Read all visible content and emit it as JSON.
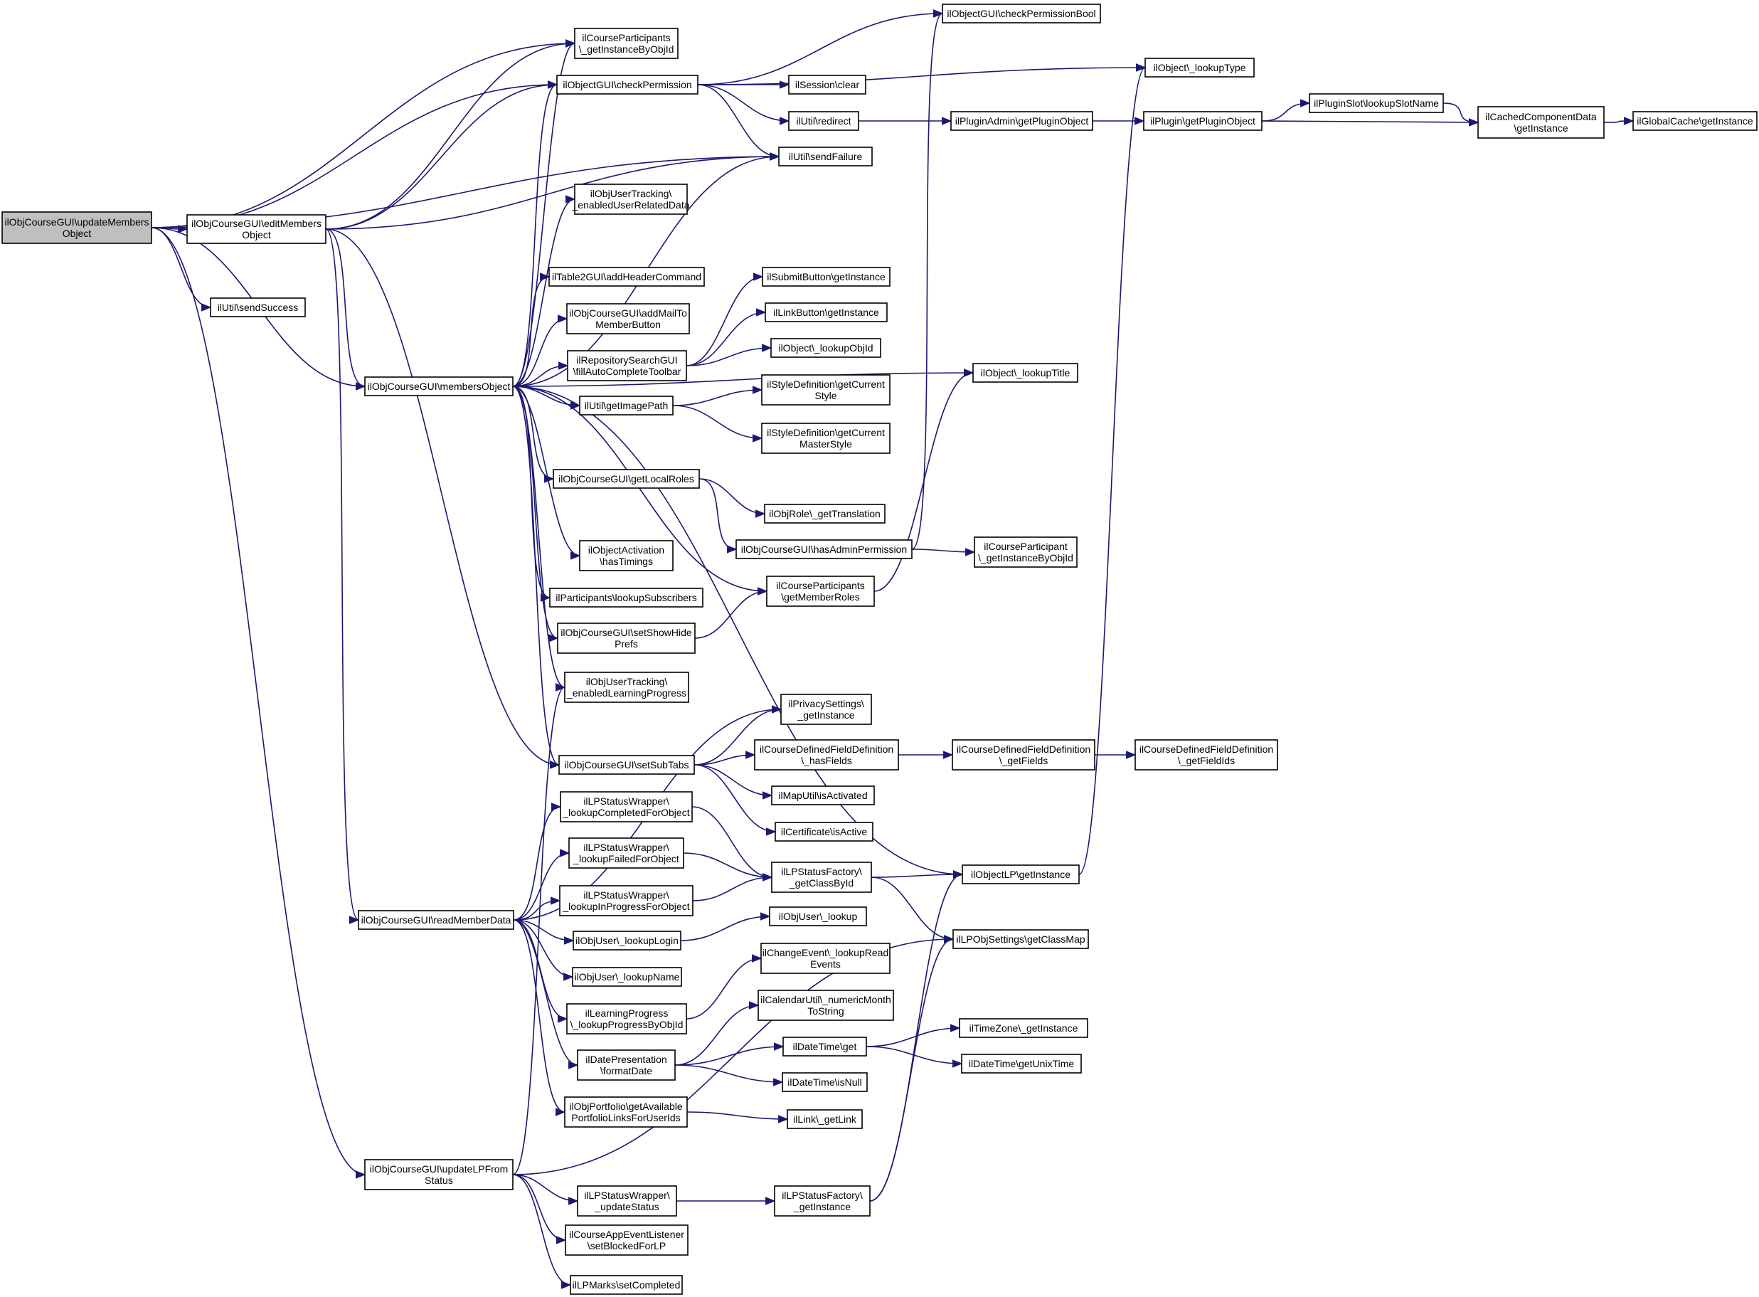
{
  "colors": {
    "edge": "#191970",
    "node_fill": "#ffffff",
    "root_fill": "#bfbfbf",
    "border": "#000000"
  },
  "nodes": [
    {
      "id": "updateMembers",
      "label": "ilObjCourseGUI\\updateMembers\nObject",
      "root": true
    },
    {
      "id": "editMembers",
      "label": "ilObjCourseGUI\\editMembers\nObject"
    },
    {
      "id": "sendSuccess",
      "label": "ilUtil\\sendSuccess"
    },
    {
      "id": "cpInstance",
      "label": "ilCourseParticipants\n\\_getInstanceByObjId"
    },
    {
      "id": "checkPerm",
      "label": "ilObjectGUI\\checkPermission"
    },
    {
      "id": "checkPermBool",
      "label": "ilObjectGUI\\checkPermissionBool"
    },
    {
      "id": "lookupType",
      "label": "ilObject\\_lookupType"
    },
    {
      "id": "sessClear",
      "label": "ilSession\\clear"
    },
    {
      "id": "redirect",
      "label": "ilUtil\\redirect"
    },
    {
      "id": "sendFailure",
      "label": "ilUtil\\sendFailure"
    },
    {
      "id": "pluginAdmin",
      "label": "ilPluginAdmin\\getPluginObject"
    },
    {
      "id": "plugin",
      "label": "ilPlugin\\getPluginObject"
    },
    {
      "id": "pluginSlot",
      "label": "ilPluginSlot\\lookupSlotName"
    },
    {
      "id": "cachedComp",
      "label": "ilCachedComponentData\n\\getInstance"
    },
    {
      "id": "globalCache",
      "label": "ilGlobalCache\\getInstance"
    },
    {
      "id": "membersObj",
      "label": "ilObjCourseGUI\\membersObject"
    },
    {
      "id": "utUserRelated",
      "label": "ilObjUserTracking\\\n_enabledUserRelatedData"
    },
    {
      "id": "addHeader",
      "label": "ilTable2GUI\\addHeaderCommand"
    },
    {
      "id": "addMail",
      "label": "ilObjCourseGUI\\addMailTo\nMemberButton"
    },
    {
      "id": "repoSearch",
      "label": "ilRepositorySearchGUI\n\\fillAutoCompleteToolbar"
    },
    {
      "id": "submitBtn",
      "label": "ilSubmitButton\\getInstance"
    },
    {
      "id": "linkBtn",
      "label": "ilLinkButton\\getInstance"
    },
    {
      "id": "lookupObjId",
      "label": "ilObject\\_lookupObjId"
    },
    {
      "id": "lookupTitle",
      "label": "ilObject\\_lookupTitle"
    },
    {
      "id": "imagePath",
      "label": "ilUtil\\getImagePath"
    },
    {
      "id": "styleCur",
      "label": "ilStyleDefinition\\getCurrent\nStyle"
    },
    {
      "id": "styleMaster",
      "label": "ilStyleDefinition\\getCurrent\nMasterStyle"
    },
    {
      "id": "localRoles",
      "label": "ilObjCourseGUI\\getLocalRoles"
    },
    {
      "id": "roleTrans",
      "label": "ilObjRole\\_getTranslation"
    },
    {
      "id": "hasAdmin",
      "label": "ilObjCourseGUI\\hasAdminPermission"
    },
    {
      "id": "cpartInstance",
      "label": "ilCourseParticipant\n\\_getInstanceByObjId"
    },
    {
      "id": "activation",
      "label": "ilObjectActivation\n\\hasTimings"
    },
    {
      "id": "memberRoles",
      "label": "ilCourseParticipants\n\\getMemberRoles"
    },
    {
      "id": "lookupSubs",
      "label": "ilParticipants\\lookupSubscribers"
    },
    {
      "id": "showHide",
      "label": "ilObjCourseGUI\\setShowHide\nPrefs"
    },
    {
      "id": "utLP",
      "label": "ilObjUserTracking\\\n_enabledLearningProgress"
    },
    {
      "id": "privacy",
      "label": "ilPrivacySettings\\\n_getInstance"
    },
    {
      "id": "subTabs",
      "label": "ilObjCourseGUI\\setSubTabs"
    },
    {
      "id": "hasFields",
      "label": "ilCourseDefinedFieldDefinition\n\\_hasFields"
    },
    {
      "id": "getFields",
      "label": "ilCourseDefinedFieldDefinition\n\\_getFields"
    },
    {
      "id": "getFieldIds",
      "label": "ilCourseDefinedFieldDefinition\n\\_getFieldIds"
    },
    {
      "id": "mapUtil",
      "label": "ilMapUtil\\isActivated"
    },
    {
      "id": "cert",
      "label": "ilCertificate\\isActive"
    },
    {
      "id": "lpCompleted",
      "label": "ilLPStatusWrapper\\\n_lookupCompletedForObject"
    },
    {
      "id": "lpFailed",
      "label": "ilLPStatusWrapper\\\n_lookupFailedForObject"
    },
    {
      "id": "lpInProgress",
      "label": "ilLPStatusWrapper\\\n_lookupInProgressForObject"
    },
    {
      "id": "lpClassById",
      "label": "ilLPStatusFactory\\\n_getClassById"
    },
    {
      "id": "objectLP",
      "label": "ilObjectLP\\getInstance"
    },
    {
      "id": "lpClassMap",
      "label": "ilLPObjSettings\\getClassMap"
    },
    {
      "id": "readMember",
      "label": "ilObjCourseGUI\\readMemberData"
    },
    {
      "id": "lookupLogin",
      "label": "ilObjUser\\_lookupLogin"
    },
    {
      "id": "userLookup",
      "label": "ilObjUser\\_lookup"
    },
    {
      "id": "lookupName",
      "label": "ilObjUser\\_lookupName"
    },
    {
      "id": "changeEvent",
      "label": "ilChangeEvent\\_lookupRead\nEvents"
    },
    {
      "id": "learnProg",
      "label": "ilLearningProgress\n\\_lookupProgressByObjId"
    },
    {
      "id": "calUtil",
      "label": "ilCalendarUtil\\_numericMonth\nToString"
    },
    {
      "id": "dtGet",
      "label": "ilDateTime\\get"
    },
    {
      "id": "tzInstance",
      "label": "ilTimeZone\\_getInstance"
    },
    {
      "id": "unixTime",
      "label": "ilDateTime\\getUnixTime"
    },
    {
      "id": "datePres",
      "label": "ilDatePresentation\n\\formatDate"
    },
    {
      "id": "dtNull",
      "label": "ilDateTime\\isNull"
    },
    {
      "id": "portfolio",
      "label": "ilObjPortfolio\\getAvailable\nPortfolioLinksForUserIds"
    },
    {
      "id": "getLink",
      "label": "ilLink\\_getLink"
    },
    {
      "id": "updateLP",
      "label": "ilObjCourseGUI\\updateLPFrom\nStatus"
    },
    {
      "id": "lpUpdateStatus",
      "label": "ilLPStatusWrapper\\\n_updateStatus"
    },
    {
      "id": "lpFactoryInst",
      "label": "ilLPStatusFactory\\\n_getInstance"
    },
    {
      "id": "appEvent",
      "label": "ilCourseAppEventListener\n\\setBlockedForLP"
    },
    {
      "id": "lpMarks",
      "label": "ilLPMarks\\setCompleted"
    }
  ],
  "edges": [
    [
      "updateMembers",
      "cpInstance"
    ],
    [
      "updateMembers",
      "checkPerm"
    ],
    [
      "updateMembers",
      "sendFailure"
    ],
    [
      "updateMembers",
      "editMembers"
    ],
    [
      "updateMembers",
      "sendSuccess"
    ],
    [
      "updateMembers",
      "membersObj"
    ],
    [
      "updateMembers",
      "updateLP"
    ],
    [
      "editMembers",
      "cpInstance"
    ],
    [
      "editMembers",
      "checkPerm"
    ],
    [
      "editMembers",
      "sendFailure"
    ],
    [
      "editMembers",
      "membersObj"
    ],
    [
      "editMembers",
      "subTabs"
    ],
    [
      "editMembers",
      "readMember"
    ],
    [
      "checkPerm",
      "checkPermBool"
    ],
    [
      "checkPerm",
      "lookupType"
    ],
    [
      "checkPerm",
      "sessClear"
    ],
    [
      "checkPerm",
      "redirect"
    ],
    [
      "checkPerm",
      "sendFailure"
    ],
    [
      "redirect",
      "pluginAdmin"
    ],
    [
      "pluginAdmin",
      "plugin"
    ],
    [
      "plugin",
      "pluginSlot"
    ],
    [
      "plugin",
      "cachedComp"
    ],
    [
      "pluginSlot",
      "cachedComp"
    ],
    [
      "cachedComp",
      "globalCache"
    ],
    [
      "membersObj",
      "cpInstance"
    ],
    [
      "membersObj",
      "checkPerm"
    ],
    [
      "membersObj",
      "sendFailure"
    ],
    [
      "membersObj",
      "utUserRelated"
    ],
    [
      "membersObj",
      "addHeader"
    ],
    [
      "membersObj",
      "addMail"
    ],
    [
      "membersObj",
      "repoSearch"
    ],
    [
      "membersObj",
      "lookupTitle"
    ],
    [
      "membersObj",
      "imagePath"
    ],
    [
      "membersObj",
      "objectLP"
    ],
    [
      "membersObj",
      "localRoles"
    ],
    [
      "membersObj",
      "activation"
    ],
    [
      "membersObj",
      "lookupSubs"
    ],
    [
      "membersObj",
      "memberRoles"
    ],
    [
      "membersObj",
      "showHide"
    ],
    [
      "membersObj",
      "utLP"
    ],
    [
      "membersObj",
      "subTabs"
    ],
    [
      "repoSearch",
      "submitBtn"
    ],
    [
      "repoSearch",
      "linkBtn"
    ],
    [
      "repoSearch",
      "lookupObjId"
    ],
    [
      "imagePath",
      "styleCur"
    ],
    [
      "imagePath",
      "styleMaster"
    ],
    [
      "localRoles",
      "roleTrans"
    ],
    [
      "localRoles",
      "hasAdmin"
    ],
    [
      "hasAdmin",
      "checkPermBool"
    ],
    [
      "hasAdmin",
      "cpartInstance"
    ],
    [
      "memberRoles",
      "lookupTitle"
    ],
    [
      "showHide",
      "memberRoles"
    ],
    [
      "subTabs",
      "privacy"
    ],
    [
      "subTabs",
      "hasFields"
    ],
    [
      "subTabs",
      "mapUtil"
    ],
    [
      "subTabs",
      "cert"
    ],
    [
      "hasFields",
      "getFields"
    ],
    [
      "getFields",
      "getFieldIds"
    ],
    [
      "readMember",
      "privacy"
    ],
    [
      "readMember",
      "lpCompleted"
    ],
    [
      "readMember",
      "lpFailed"
    ],
    [
      "readMember",
      "lpInProgress"
    ],
    [
      "readMember",
      "lookupLogin"
    ],
    [
      "readMember",
      "lookupName"
    ],
    [
      "readMember",
      "learnProg"
    ],
    [
      "readMember",
      "datePres"
    ],
    [
      "readMember",
      "portfolio"
    ],
    [
      "lpCompleted",
      "lpClassById"
    ],
    [
      "lpFailed",
      "lpClassById"
    ],
    [
      "lpInProgress",
      "lpClassById"
    ],
    [
      "lpClassById",
      "objectLP"
    ],
    [
      "lpClassById",
      "lpClassMap"
    ],
    [
      "objectLP",
      "lookupType"
    ],
    [
      "lookupLogin",
      "userLookup"
    ],
    [
      "learnProg",
      "changeEvent"
    ],
    [
      "datePres",
      "calUtil"
    ],
    [
      "datePres",
      "dtGet"
    ],
    [
      "datePres",
      "dtNull"
    ],
    [
      "dtGet",
      "tzInstance"
    ],
    [
      "dtGet",
      "unixTime"
    ],
    [
      "portfolio",
      "getLink"
    ],
    [
      "updateLP",
      "utLP"
    ],
    [
      "updateLP",
      "lpClassMap"
    ],
    [
      "updateLP",
      "lpUpdateStatus"
    ],
    [
      "updateLP",
      "appEvent"
    ],
    [
      "updateLP",
      "lpMarks"
    ],
    [
      "lpUpdateStatus",
      "lpFactoryInst"
    ],
    [
      "lpFactoryInst",
      "objectLP"
    ],
    [
      "lpFactoryInst",
      "lpClassMap"
    ]
  ]
}
